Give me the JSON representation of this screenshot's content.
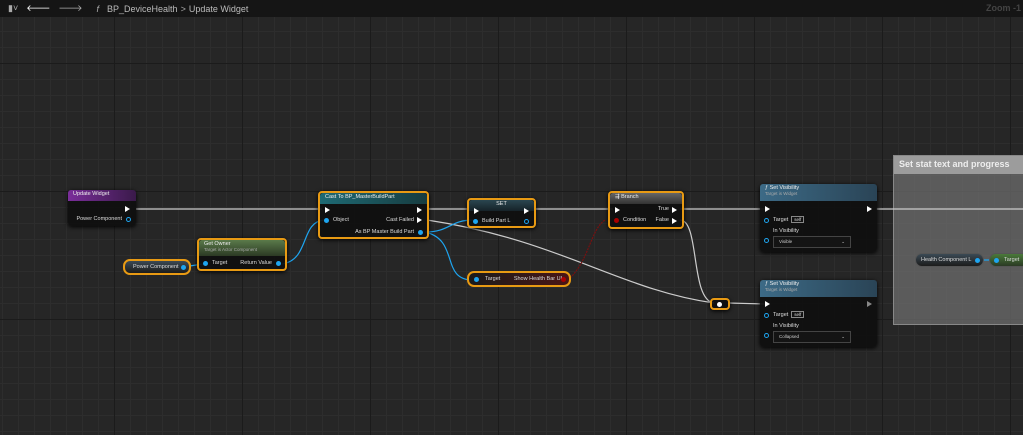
{
  "topbar": {
    "function_icon": "f",
    "blueprint": "BP_DeviceHealth",
    "separator": ">",
    "function": "Update Widget",
    "zoom": "Zoom -1"
  },
  "nodes": {
    "update_widget": {
      "title": "Update Widget",
      "pin": "Power Component"
    },
    "get_owner": {
      "title": "Get Owner",
      "subtitle": "Target is Actor Component",
      "target": "Target",
      "ret": "Return Value"
    },
    "power_var": {
      "label": "Power Component"
    },
    "cast": {
      "title": "Cast To BP_MasterBuildPart",
      "object": "Object",
      "failed": "Cast Failed",
      "as": "As BP Master Build Part"
    },
    "set": {
      "title": "SET",
      "pin": "Build Part L"
    },
    "show_health": {
      "target": "Target",
      "pin": "Show Health Bar UI"
    },
    "branch": {
      "title": "Branch",
      "cond": "Condition",
      "true": "True",
      "false": "False"
    },
    "vis1": {
      "title": "Set Visibility",
      "subtitle": "Target is Widget",
      "target": "Target",
      "self": "self",
      "in": "In Visibility",
      "value": "Visible"
    },
    "vis2": {
      "title": "Set Visibility",
      "subtitle": "Target is Widget",
      "target": "Target",
      "self": "self",
      "in": "In Visibility",
      "value": "Collapsed"
    }
  },
  "comment": {
    "title": "Set stat text and progress",
    "var": "Health Component L",
    "target": "Target"
  }
}
